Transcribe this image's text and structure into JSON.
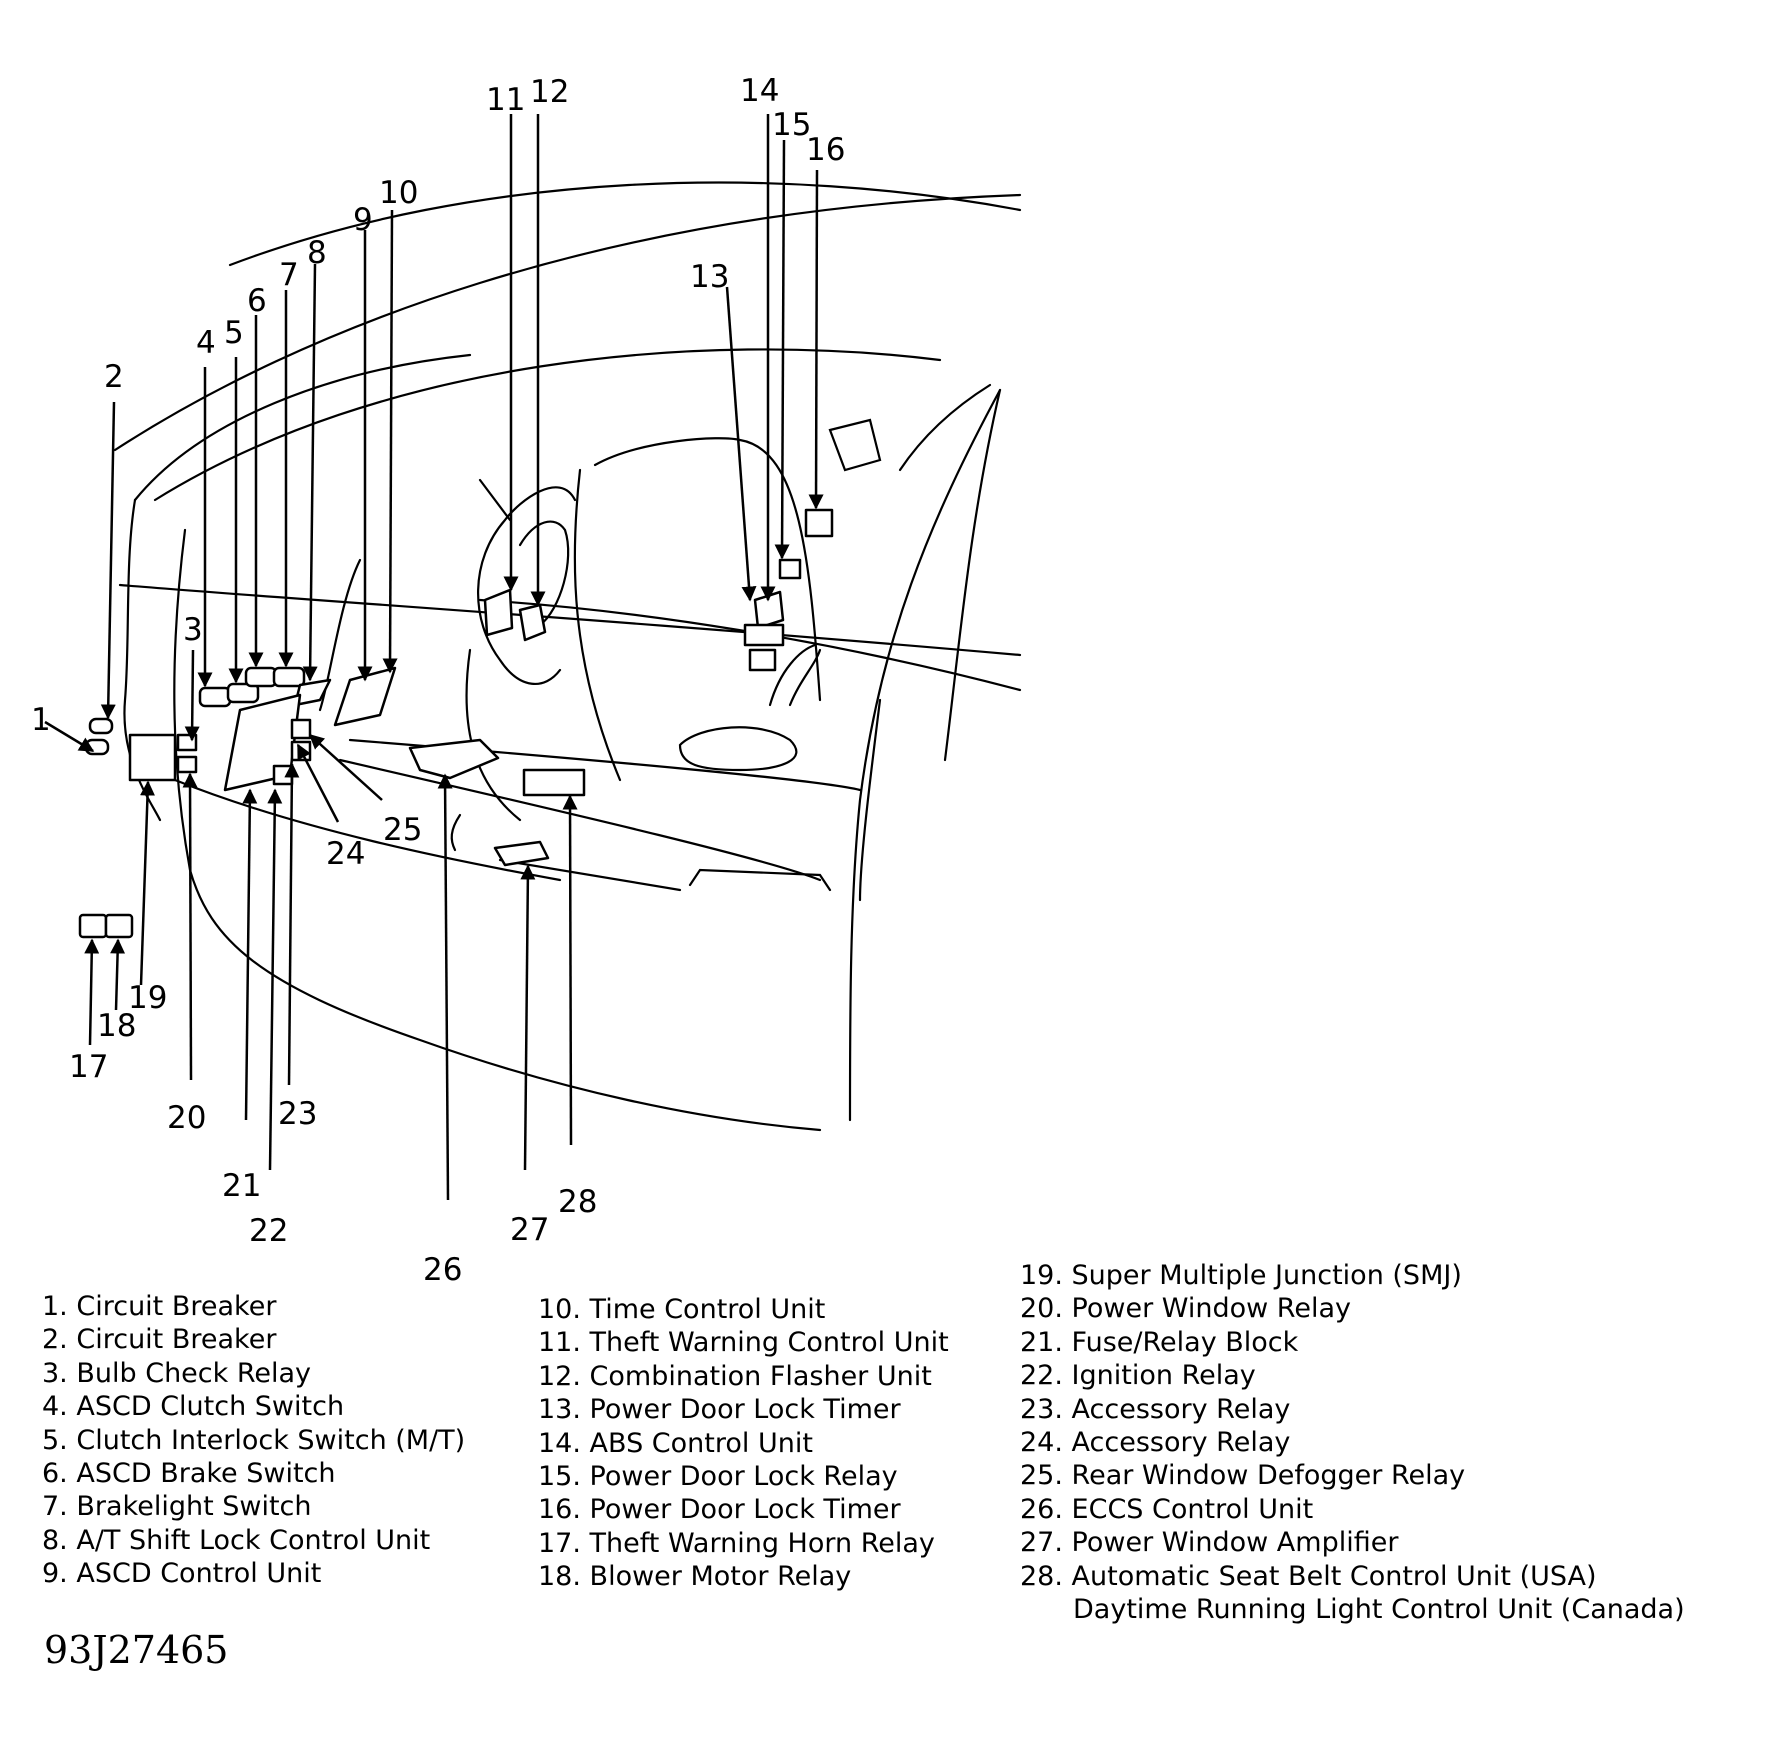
{
  "callouts": [
    "1",
    "2",
    "3",
    "4",
    "5",
    "6",
    "7",
    "8",
    "9",
    "10",
    "11",
    "12",
    "13",
    "14",
    "15",
    "16",
    "17",
    "18",
    "19",
    "20",
    "21",
    "22",
    "23",
    "24",
    "25",
    "26",
    "27",
    "28"
  ],
  "legend": [
    {
      "num": "1.",
      "label": "Circuit Breaker"
    },
    {
      "num": "2.",
      "label": "Circuit Breaker"
    },
    {
      "num": "3.",
      "label": "Bulb Check Relay"
    },
    {
      "num": "4.",
      "label": "ASCD Clutch Switch"
    },
    {
      "num": "5.",
      "label": "Clutch Interlock Switch (M/T)"
    },
    {
      "num": "6.",
      "label": "ASCD Brake Switch"
    },
    {
      "num": "7.",
      "label": "Brakelight Switch"
    },
    {
      "num": "8.",
      "label": "A/T Shift Lock Control Unit"
    },
    {
      "num": "9.",
      "label": "ASCD Control Unit"
    },
    {
      "num": "10.",
      "label": "Time Control Unit"
    },
    {
      "num": "11.",
      "label": "Theft Warning Control Unit"
    },
    {
      "num": "12.",
      "label": "Combination Flasher Unit"
    },
    {
      "num": "13.",
      "label": "Power Door Lock Timer"
    },
    {
      "num": "14.",
      "label": "ABS Control Unit"
    },
    {
      "num": "15.",
      "label": "Power Door Lock Relay"
    },
    {
      "num": "16.",
      "label": "Power Door Lock Timer"
    },
    {
      "num": "17.",
      "label": "Theft Warning Horn Relay"
    },
    {
      "num": "18.",
      "label": "Blower Motor Relay"
    },
    {
      "num": "19.",
      "label": "Super Multiple Junction (SMJ)"
    },
    {
      "num": "20.",
      "label": "Power Window Relay"
    },
    {
      "num": "21.",
      "label": "Fuse/Relay Block"
    },
    {
      "num": "22.",
      "label": "Ignition Relay"
    },
    {
      "num": "23.",
      "label": "Accessory Relay"
    },
    {
      "num": "24.",
      "label": "Accessory Relay"
    },
    {
      "num": "25.",
      "label": "Rear Window Defogger Relay"
    },
    {
      "num": "26.",
      "label": "ECCS Control Unit"
    },
    {
      "num": "27.",
      "label": "Power Window Amplifier"
    },
    {
      "num": "28.",
      "label": "Automatic Seat Belt Control Unit (USA)"
    }
  ],
  "legend_continuation": "Daytime Running Light Control Unit (Canada)",
  "figure_id": "93J27465"
}
